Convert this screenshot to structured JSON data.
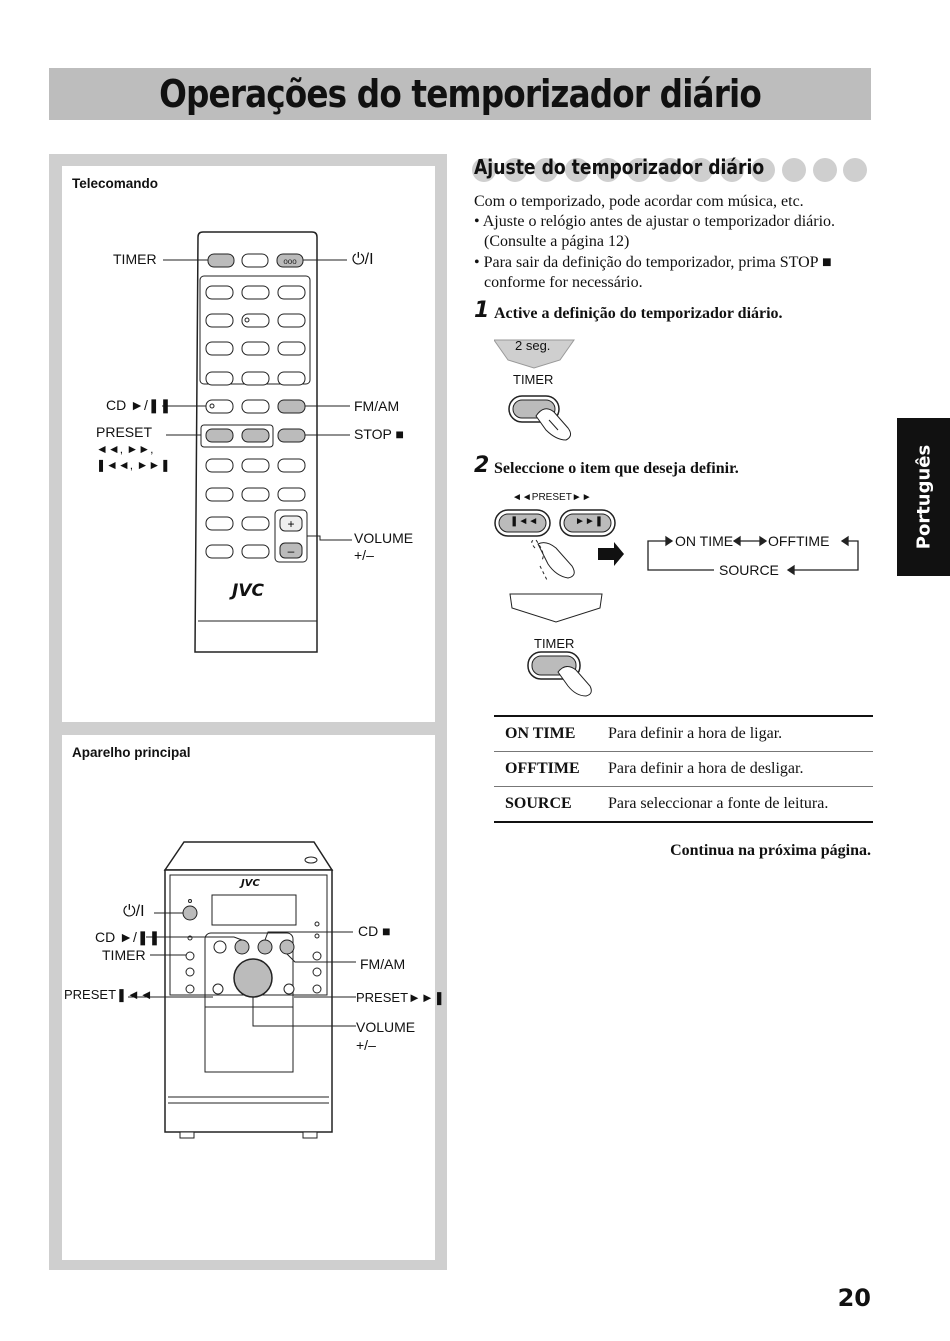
{
  "page": {
    "title": "Operações do temporizador diário",
    "page_number": "20",
    "side_tab": "Português"
  },
  "left": {
    "remote": {
      "heading": "Telecomando",
      "labels": {
        "timer": "TIMER",
        "power": "⏻/I",
        "cd": "CD ►/❚❚",
        "fmam": "FM/AM",
        "preset": "PRESET",
        "preset_line2": "◄◄, ►►,",
        "preset_line3": "❚◄◄, ►►❚",
        "stop": "STOP ■",
        "volume": "VOLUME",
        "volume_pm": "+/–",
        "brand": "JVC"
      }
    },
    "unit": {
      "heading": "Aparelho principal",
      "labels": {
        "power": "⏻/I",
        "cd_play": "CD ►/❚❚",
        "timer": "TIMER",
        "preset_prev": "PRESET❚◄◄",
        "cd_stop": "CD ■",
        "fmam": "FM/AM",
        "preset_next": "PRESET►►❚",
        "volume": "VOLUME",
        "volume_pm": "+/–",
        "brand": "JVC"
      }
    }
  },
  "right": {
    "section_title": "Ajuste do temporizador diário",
    "intro": "Com o temporizado, pode acordar com música, etc.",
    "bullets": [
      {
        "line1": "• Ajuste o relógio antes de ajustar o temporizador diário.",
        "line2": "(Consulte a página 12)"
      },
      {
        "line1": "• Para sair da definição do temporizador, prima STOP ■",
        "line2": "conforme for necessário."
      }
    ],
    "steps": [
      {
        "num": "1",
        "text": "Active a definição do temporizador diário."
      },
      {
        "num": "2",
        "text": "Seleccione o item que deseja definir."
      }
    ],
    "figures": {
      "hold_time": "2 seg.",
      "timer_label": "TIMER",
      "preset_label": "◄◄PRESET►►",
      "prev_btn": "❚◄◄",
      "next_btn": "►►❚",
      "cycle": {
        "on_time": "ON TIME",
        "off_time": "OFFTIME",
        "source": "SOURCE"
      }
    },
    "table": [
      {
        "key": "ON TIME",
        "desc": "Para definir a hora de ligar."
      },
      {
        "key": "OFFTIME",
        "desc": "Para definir a hora de desligar."
      },
      {
        "key": "SOURCE",
        "desc": "Para seleccionar a fonte de leitura."
      }
    ],
    "continue_note": "Continua na próxima página."
  }
}
